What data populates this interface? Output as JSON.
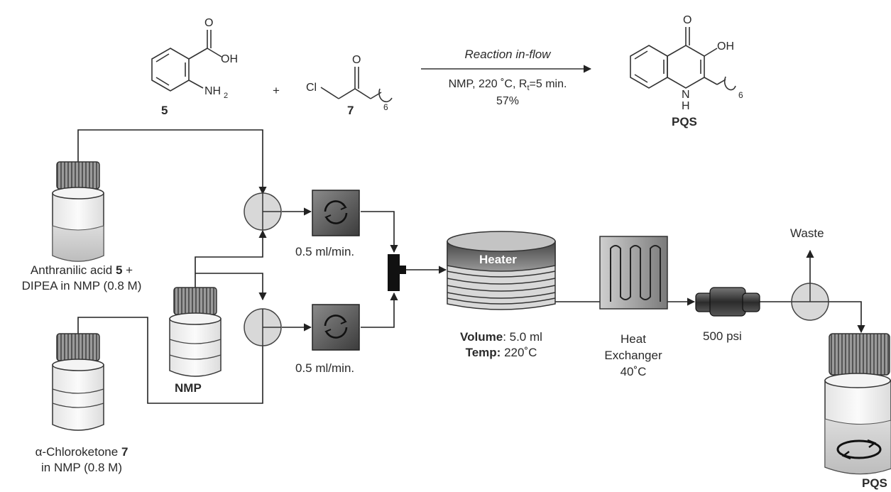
{
  "reaction": {
    "reagent_1_label": "5",
    "reagent_2_label": "7",
    "product_label": "PQS",
    "plus": "+",
    "arrow_top": "Reaction in-flow",
    "arrow_bottom_1": "NMP, 220 ˚C, R",
    "arrow_bottom_sub": "t",
    "arrow_bottom_2": "=5 min.",
    "yield": "57%",
    "atoms": {
      "o": "O",
      "oh": "OH",
      "nh2_n": "NH",
      "nh2_sub": "2",
      "cl": "Cl",
      "n": "N",
      "h": "H",
      "chain_n": "6"
    }
  },
  "flow": {
    "reservoir_a": {
      "line1_pre": "Anthranilic acid ",
      "line1_bold": "5",
      "line1_post": " +",
      "line2": "DIPEA in NMP (0.8 M)"
    },
    "reservoir_b": {
      "line1_pre": "α-Chloroketone ",
      "line1_bold": "7",
      "line2": "in NMP (0.8 M)"
    },
    "solvent_label": "NMP",
    "pump_top_rate": "0.5 ml/min.",
    "pump_bottom_rate": "0.5 ml/min.",
    "heater_label": "Heater",
    "volume_key": "Volume",
    "volume_value": ": 5.0 ml",
    "temp_key": "Temp:",
    "temp_value": " 220˚C",
    "heat_exchanger_line1": "Heat",
    "heat_exchanger_line2": "Exchanger",
    "heat_exchanger_line3": "40˚C",
    "bpr_label": "500 psi",
    "waste_label": "Waste",
    "collection_label": "PQS"
  }
}
